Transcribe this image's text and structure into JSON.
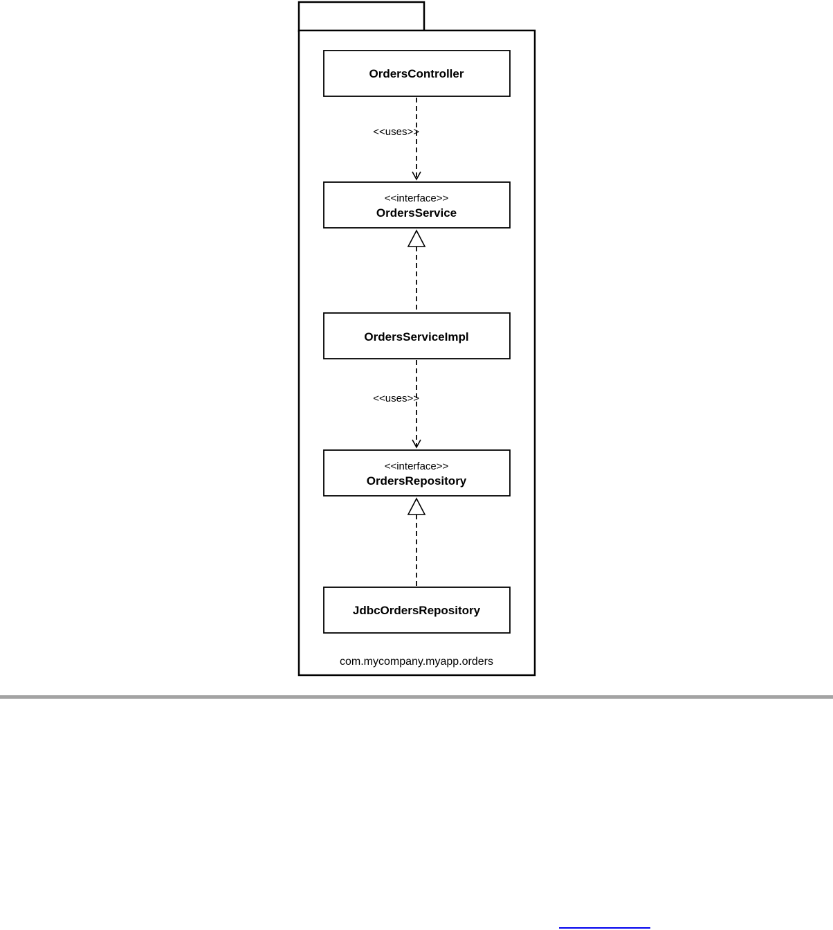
{
  "package": {
    "name": "com.mycompany.myapp.orders"
  },
  "classes": [
    {
      "id": "orders-controller",
      "name": "OrdersController",
      "stereotype": ""
    },
    {
      "id": "orders-service",
      "name": "OrdersService",
      "stereotype": "<<interface>>"
    },
    {
      "id": "orders-service-impl",
      "name": "OrdersServiceImpl",
      "stereotype": ""
    },
    {
      "id": "orders-repository",
      "name": "OrdersRepository",
      "stereotype": "<<interface>>"
    },
    {
      "id": "jdbc-orders-repository",
      "name": "JdbcOrdersRepository",
      "stereotype": ""
    }
  ],
  "relations": [
    {
      "from": "orders-controller",
      "to": "orders-service",
      "kind": "dependency",
      "label": "<<uses>>"
    },
    {
      "from": "orders-service-impl",
      "to": "orders-service",
      "kind": "realization",
      "label": ""
    },
    {
      "from": "orders-service-impl",
      "to": "orders-repository",
      "kind": "dependency",
      "label": "<<uses>>"
    },
    {
      "from": "jdbc-orders-repository",
      "to": "orders-repository",
      "kind": "realization",
      "label": ""
    }
  ],
  "colors": {
    "stroke": "#000000",
    "background": "#ffffff",
    "divider": "#a3a3a3",
    "link": "#0000ee"
  }
}
